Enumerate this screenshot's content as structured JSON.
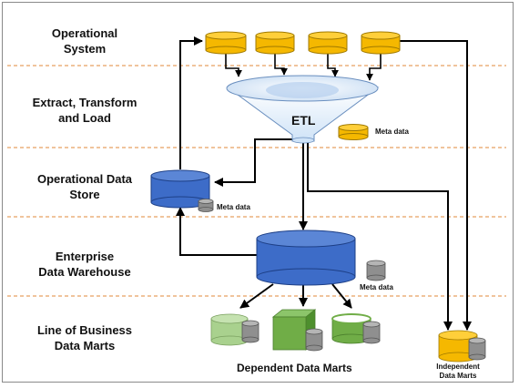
{
  "layers": {
    "operational_system": "Operational\nSystem",
    "etl": "Extract, Transform\nand Load",
    "ods": "Operational Data\nStore",
    "edw": "Enterprise\nData Warehouse",
    "lob": "Line of Business\nData Marts"
  },
  "etl_label": "ETL",
  "meta_data_etl": "Meta data",
  "meta_data_ods": "Meta data",
  "meta_data_edw": "Meta data",
  "dependent_marts_caption": "Dependent Data Marts",
  "independent_marts_caption": "Independent\nData Marts",
  "colors": {
    "source_yellow": "#f5b800",
    "store_blue": "#3d6cc8",
    "meta_gray": "#9a9a9a",
    "mart_light_green": "#a9d18e",
    "mart_green": "#70ad47",
    "divider_orange": "#e8a060"
  }
}
